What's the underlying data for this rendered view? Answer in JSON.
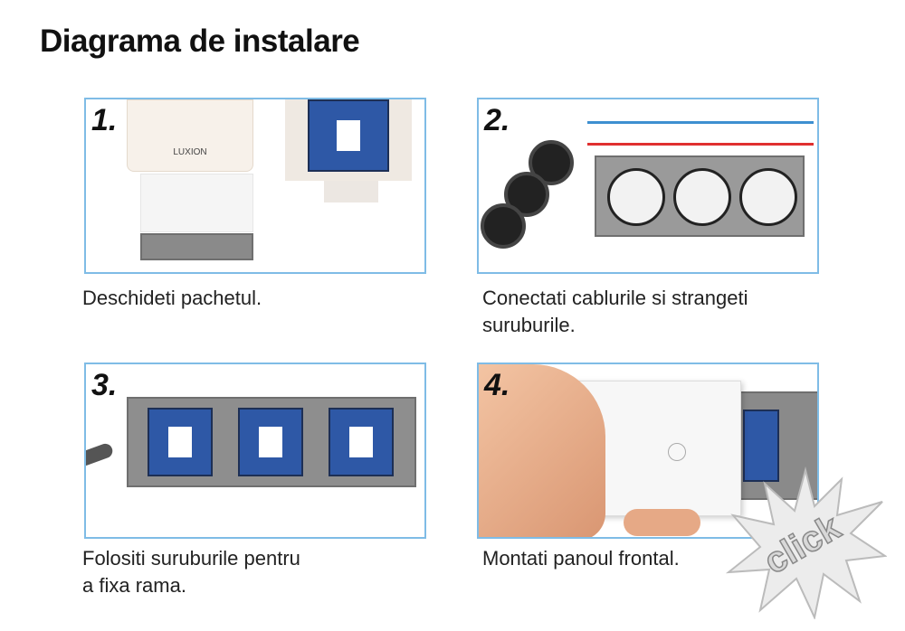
{
  "title": "Diagrama de instalare",
  "steps": [
    {
      "number": "1.",
      "caption": "Deschideti pachetul.",
      "brand": "LUXION"
    },
    {
      "number": "2.",
      "caption_line1": "Conectati cablurile si strangeti",
      "caption_line2": "suruburile."
    },
    {
      "number": "3.",
      "caption_line1": "Folositi suruburile pentru",
      "caption_line2": "a fixa rama."
    },
    {
      "number": "4.",
      "caption": "Montati panoul frontal.",
      "badge": "click"
    }
  ],
  "colors": {
    "border": "#7fbce6",
    "module": "#2e58a6",
    "plate": "#8a8a8a"
  }
}
